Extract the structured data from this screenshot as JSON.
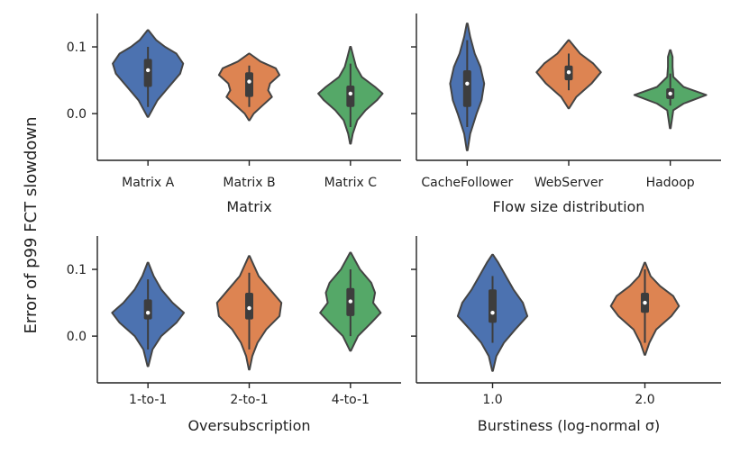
{
  "figure": {
    "ylabel": "Error of p99 FCT slowdown"
  },
  "colors": {
    "blue": "#4c72b0",
    "orange": "#dd8452",
    "green": "#55a868",
    "box": "#3d3d3d"
  },
  "chart_data": [
    {
      "type": "violin",
      "xlabel": "Matrix",
      "ylabel": "Error of p99 FCT slowdown",
      "ylim": [
        -0.07,
        0.15
      ],
      "yticks": [
        "0.0",
        "0.1"
      ],
      "categories": [
        "Matrix A",
        "Matrix B",
        "Matrix C"
      ],
      "violins": [
        {
          "category": "Matrix A",
          "color": "#4c72b0",
          "min": -0.005,
          "max": 0.125,
          "q1": 0.04,
          "median": 0.065,
          "q3": 0.082,
          "whisker_low": 0.01,
          "whisker_high": 0.1,
          "shape": [
            [
              -0.005,
              0.01
            ],
            [
              0.02,
              0.25
            ],
            [
              0.04,
              0.55
            ],
            [
              0.06,
              0.85
            ],
            [
              0.075,
              0.93
            ],
            [
              0.09,
              0.75
            ],
            [
              0.1,
              0.45
            ],
            [
              0.11,
              0.22
            ],
            [
              0.125,
              0.01
            ]
          ]
        },
        {
          "category": "Matrix B",
          "color": "#dd8452",
          "min": -0.01,
          "max": 0.09,
          "q1": 0.025,
          "median": 0.048,
          "q3": 0.062,
          "whisker_low": 0.01,
          "whisker_high": 0.072,
          "shape": [
            [
              -0.01,
              0.01
            ],
            [
              0.0,
              0.12
            ],
            [
              0.012,
              0.35
            ],
            [
              0.025,
              0.6
            ],
            [
              0.035,
              0.5
            ],
            [
              0.045,
              0.55
            ],
            [
              0.058,
              0.8
            ],
            [
              0.068,
              0.7
            ],
            [
              0.078,
              0.3
            ],
            [
              0.09,
              0.01
            ]
          ]
        },
        {
          "category": "Matrix C",
          "color": "#55a868",
          "min": -0.045,
          "max": 0.1,
          "q1": 0.01,
          "median": 0.03,
          "q3": 0.042,
          "whisker_low": -0.02,
          "whisker_high": 0.075,
          "shape": [
            [
              -0.045,
              0.01
            ],
            [
              -0.03,
              0.06
            ],
            [
              -0.01,
              0.18
            ],
            [
              0.005,
              0.4
            ],
            [
              0.02,
              0.7
            ],
            [
              0.03,
              0.85
            ],
            [
              0.04,
              0.65
            ],
            [
              0.055,
              0.3
            ],
            [
              0.07,
              0.15
            ],
            [
              0.085,
              0.08
            ],
            [
              0.1,
              0.01
            ]
          ]
        }
      ]
    },
    {
      "type": "violin",
      "xlabel": "Flow size distribution",
      "ylim": [
        -0.07,
        0.15
      ],
      "yticks": [
        "0.0",
        "0.1"
      ],
      "categories": [
        "CacheFollower",
        "WebServer",
        "Hadoop"
      ],
      "violins": [
        {
          "category": "CacheFollower",
          "color": "#4c72b0",
          "min": -0.055,
          "max": 0.135,
          "q1": 0.01,
          "median": 0.045,
          "q3": 0.065,
          "whisker_low": -0.02,
          "whisker_high": 0.11,
          "shape": [
            [
              -0.055,
              0.01
            ],
            [
              -0.03,
              0.08
            ],
            [
              0.0,
              0.25
            ],
            [
              0.02,
              0.38
            ],
            [
              0.045,
              0.45
            ],
            [
              0.07,
              0.35
            ],
            [
              0.09,
              0.2
            ],
            [
              0.115,
              0.08
            ],
            [
              0.135,
              0.01
            ]
          ]
        },
        {
          "category": "WebServer",
          "color": "#dd8452",
          "min": 0.008,
          "max": 0.11,
          "q1": 0.05,
          "median": 0.062,
          "q3": 0.072,
          "whisker_low": 0.035,
          "whisker_high": 0.09,
          "shape": [
            [
              0.008,
              0.01
            ],
            [
              0.025,
              0.2
            ],
            [
              0.045,
              0.6
            ],
            [
              0.062,
              0.85
            ],
            [
              0.075,
              0.65
            ],
            [
              0.09,
              0.3
            ],
            [
              0.11,
              0.01
            ]
          ]
        },
        {
          "category": "Hadoop",
          "color": "#55a868",
          "min": -0.022,
          "max": 0.095,
          "q1": 0.022,
          "median": 0.03,
          "q3": 0.038,
          "whisker_low": 0.012,
          "whisker_high": 0.06,
          "shape": [
            [
              -0.022,
              0.01
            ],
            [
              0.005,
              0.08
            ],
            [
              0.015,
              0.35
            ],
            [
              0.028,
              0.95
            ],
            [
              0.04,
              0.35
            ],
            [
              0.055,
              0.08
            ],
            [
              0.07,
              0.06
            ],
            [
              0.085,
              0.06
            ],
            [
              0.095,
              0.01
            ]
          ]
        }
      ]
    },
    {
      "type": "violin",
      "xlabel": "Oversubscription",
      "ylim": [
        -0.07,
        0.15
      ],
      "yticks": [
        "0.0",
        "0.1"
      ],
      "categories": [
        "1-to-1",
        "2-to-1",
        "4-to-1"
      ],
      "violins": [
        {
          "category": "1-to-1",
          "color": "#4c72b0",
          "min": -0.045,
          "max": 0.11,
          "q1": 0.025,
          "median": 0.035,
          "q3": 0.055,
          "whisker_low": -0.02,
          "whisker_high": 0.085,
          "shape": [
            [
              -0.045,
              0.01
            ],
            [
              -0.02,
              0.12
            ],
            [
              0.0,
              0.35
            ],
            [
              0.02,
              0.75
            ],
            [
              0.035,
              0.95
            ],
            [
              0.05,
              0.65
            ],
            [
              0.07,
              0.35
            ],
            [
              0.09,
              0.15
            ],
            [
              0.11,
              0.01
            ]
          ]
        },
        {
          "category": "2-to-1",
          "color": "#dd8452",
          "min": -0.05,
          "max": 0.12,
          "q1": 0.025,
          "median": 0.042,
          "q3": 0.065,
          "whisker_low": -0.02,
          "whisker_high": 0.095,
          "shape": [
            [
              -0.05,
              0.01
            ],
            [
              -0.03,
              0.08
            ],
            [
              -0.01,
              0.22
            ],
            [
              0.01,
              0.45
            ],
            [
              0.03,
              0.8
            ],
            [
              0.05,
              0.85
            ],
            [
              0.07,
              0.55
            ],
            [
              0.09,
              0.25
            ],
            [
              0.12,
              0.01
            ]
          ]
        },
        {
          "category": "4-to-1",
          "color": "#55a868",
          "min": -0.022,
          "max": 0.125,
          "q1": 0.03,
          "median": 0.052,
          "q3": 0.072,
          "whisker_low": 0.0,
          "whisker_high": 0.1,
          "shape": [
            [
              -0.022,
              0.01
            ],
            [
              0.0,
              0.2
            ],
            [
              0.02,
              0.55
            ],
            [
              0.035,
              0.8
            ],
            [
              0.05,
              0.6
            ],
            [
              0.065,
              0.65
            ],
            [
              0.08,
              0.55
            ],
            [
              0.1,
              0.25
            ],
            [
              0.125,
              0.01
            ]
          ]
        }
      ]
    },
    {
      "type": "violin",
      "xlabel": "Burstiness (log-normal σ)",
      "ylim": [
        -0.07,
        0.15
      ],
      "yticks": [
        "0.0",
        "0.1"
      ],
      "categories": [
        "1.0",
        "2.0"
      ],
      "violins": [
        {
          "category": "1.0",
          "color": "#4c72b0",
          "min": -0.052,
          "max": 0.122,
          "q1": 0.02,
          "median": 0.035,
          "q3": 0.07,
          "whisker_low": -0.01,
          "whisker_high": 0.09,
          "shape": [
            [
              -0.052,
              0.01
            ],
            [
              -0.03,
              0.1
            ],
            [
              -0.01,
              0.3
            ],
            [
              0.01,
              0.6
            ],
            [
              0.03,
              0.92
            ],
            [
              0.05,
              0.8
            ],
            [
              0.07,
              0.55
            ],
            [
              0.09,
              0.35
            ],
            [
              0.11,
              0.15
            ],
            [
              0.122,
              0.01
            ]
          ]
        },
        {
          "category": "2.0",
          "color": "#dd8452",
          "min": -0.028,
          "max": 0.11,
          "q1": 0.035,
          "median": 0.05,
          "q3": 0.065,
          "whisker_low": -0.01,
          "whisker_high": 0.1,
          "shape": [
            [
              -0.028,
              0.01
            ],
            [
              -0.01,
              0.12
            ],
            [
              0.01,
              0.3
            ],
            [
              0.03,
              0.7
            ],
            [
              0.045,
              0.9
            ],
            [
              0.06,
              0.75
            ],
            [
              0.075,
              0.4
            ],
            [
              0.09,
              0.15
            ],
            [
              0.11,
              0.01
            ]
          ]
        }
      ]
    }
  ]
}
